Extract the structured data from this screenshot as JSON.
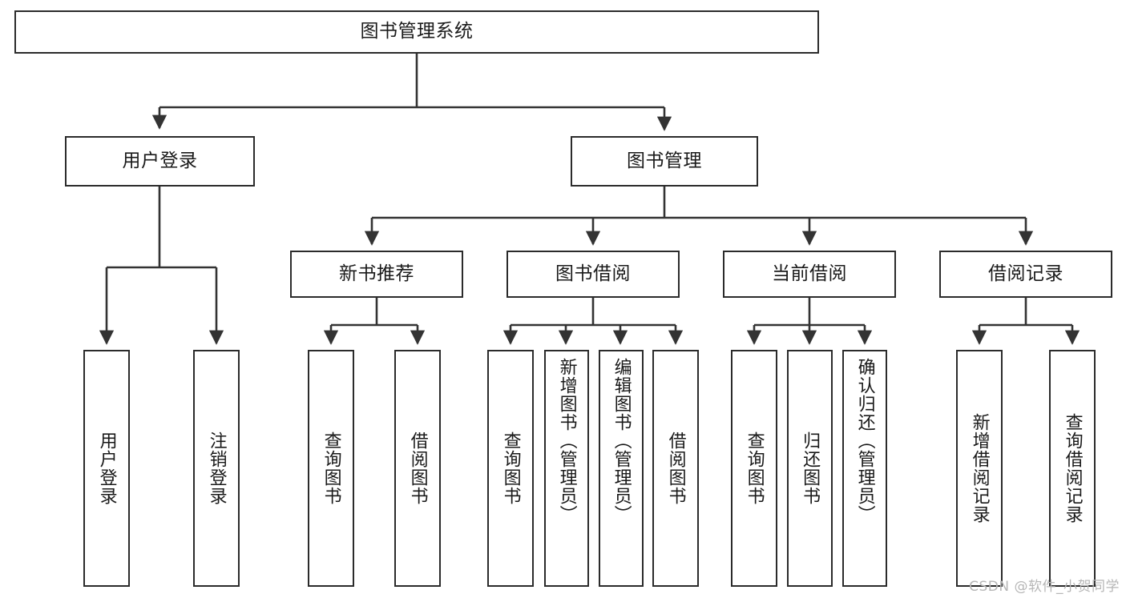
{
  "diagram": {
    "title": "图书管理系统",
    "type": "tree",
    "colors": {
      "box_border": "#2b2b2b",
      "box_fill": "#ffffff",
      "edge": "#333333",
      "text": "#1a1a1a",
      "background": "#ffffff",
      "watermark": "#b6b6b6"
    }
  },
  "watermark": {
    "text": "CSDN @软件_小贺同学"
  },
  "nodes": {
    "root": {
      "label": "图书管理系统"
    },
    "level2": [
      {
        "id": "user-login",
        "label": "用户登录"
      },
      {
        "id": "book-management",
        "label": "图书管理"
      }
    ],
    "level3": [
      {
        "id": "new-book-recommend",
        "label": "新书推荐"
      },
      {
        "id": "book-borrow",
        "label": "图书借阅"
      },
      {
        "id": "current-borrow",
        "label": "当前借阅"
      },
      {
        "id": "borrow-record",
        "label": "借阅记录"
      }
    ],
    "leaves": [
      {
        "id": "leaf-user-login",
        "label": "用户登录",
        "parent": "user-login"
      },
      {
        "id": "leaf-logout-login",
        "label": "注销登录",
        "parent": "user-login"
      },
      {
        "id": "leaf-query-book-1",
        "label": "查询图书",
        "parent": "new-book-recommend"
      },
      {
        "id": "leaf-borrow-book-1",
        "label": "借阅图书",
        "parent": "new-book-recommend"
      },
      {
        "id": "leaf-query-book-2",
        "label": "查询图书",
        "parent": "book-borrow"
      },
      {
        "id": "leaf-add-book",
        "label": "新增图书（管理员）",
        "parent": "book-borrow"
      },
      {
        "id": "leaf-edit-book",
        "label": "编辑图书（管理员）",
        "parent": "book-borrow"
      },
      {
        "id": "leaf-borrow-book-2",
        "label": "借阅图书",
        "parent": "book-borrow"
      },
      {
        "id": "leaf-query-book-3",
        "label": "查询图书",
        "parent": "current-borrow"
      },
      {
        "id": "leaf-return-book",
        "label": "归还图书",
        "parent": "current-borrow"
      },
      {
        "id": "leaf-confirm-return",
        "label": "确认归还（管理员）",
        "parent": "current-borrow"
      },
      {
        "id": "leaf-add-record",
        "label": "新增借阅记录",
        "parent": "borrow-record"
      },
      {
        "id": "leaf-query-record",
        "label": "查询借阅记录",
        "parent": "borrow-record"
      }
    ]
  }
}
